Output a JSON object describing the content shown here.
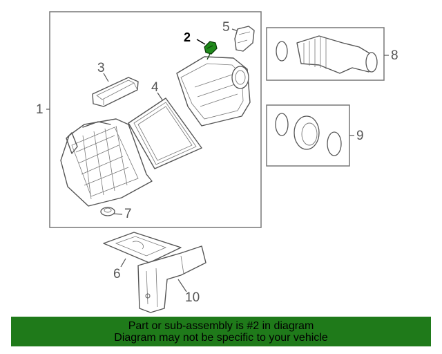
{
  "diagram": {
    "highlight_part": "2",
    "highlight_color": "#1f8a1a",
    "callouts": [
      {
        "id": "1",
        "label": "1"
      },
      {
        "id": "2",
        "label": "2"
      },
      {
        "id": "3",
        "label": "3"
      },
      {
        "id": "4",
        "label": "4"
      },
      {
        "id": "5",
        "label": "5"
      },
      {
        "id": "6",
        "label": "6"
      },
      {
        "id": "7",
        "label": "7"
      },
      {
        "id": "8",
        "label": "8"
      },
      {
        "id": "9",
        "label": "9"
      },
      {
        "id": "10",
        "label": "10"
      }
    ]
  },
  "banner": {
    "line1": "Part or sub-assembly is #2 in diagram",
    "line2": "Diagram may not be specific to your vehicle",
    "color": "#1f7a1a"
  }
}
